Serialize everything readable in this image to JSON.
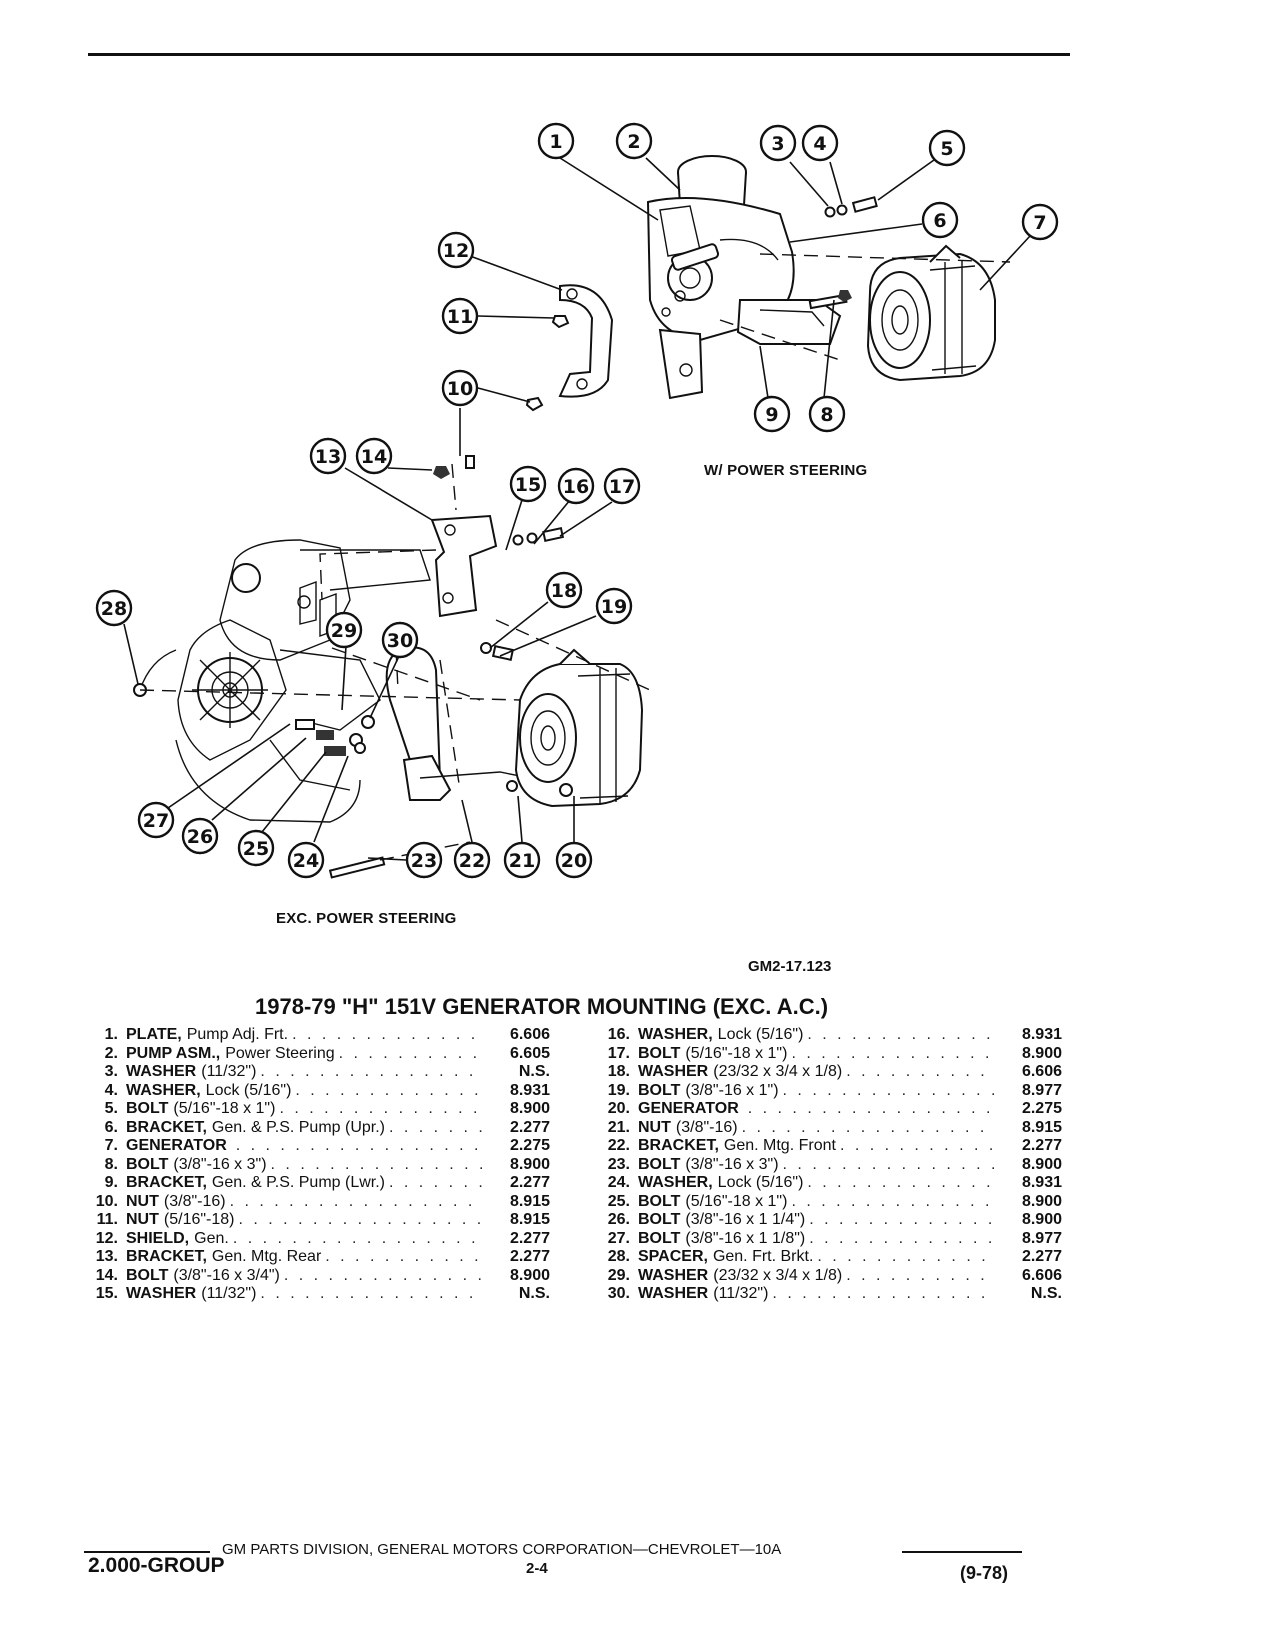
{
  "diagram": {
    "label_upper": "W/ POWER STEERING",
    "label_lower": "EXC. POWER STEERING",
    "figure_code": "GM2-17.123",
    "callouts": [
      "1",
      "2",
      "3",
      "4",
      "5",
      "6",
      "7",
      "8",
      "9",
      "10",
      "11",
      "12",
      "13",
      "14",
      "15",
      "16",
      "17",
      "18",
      "19",
      "20",
      "21",
      "22",
      "23",
      "24",
      "25",
      "26",
      "27",
      "28",
      "29",
      "30"
    ]
  },
  "title": "1978-79 \"H\" 151V GENERATOR MOUNTING (EXC. A.C.)",
  "parts_left": [
    {
      "num": "1.",
      "name": "PLATE,",
      "spec": "Pump Adj. Frt.",
      "group": "6.606"
    },
    {
      "num": "2.",
      "name": "PUMP ASM.,",
      "spec": "Power Steering",
      "group": "6.605"
    },
    {
      "num": "3.",
      "name": "WASHER",
      "spec": "(11/32\")",
      "group": "N.S."
    },
    {
      "num": "4.",
      "name": "WASHER,",
      "spec": "Lock (5/16\")",
      "group": "8.931"
    },
    {
      "num": "5.",
      "name": "BOLT",
      "spec": "(5/16\"-18 x 1\")",
      "group": "8.900"
    },
    {
      "num": "6.",
      "name": "BRACKET,",
      "spec": "Gen. & P.S. Pump (Upr.)",
      "group": "2.277"
    },
    {
      "num": "7.",
      "name": "GENERATOR",
      "spec": "",
      "group": "2.275"
    },
    {
      "num": "8.",
      "name": "BOLT",
      "spec": "(3/8\"-16 x 3\")",
      "group": "8.900"
    },
    {
      "num": "9.",
      "name": "BRACKET,",
      "spec": "Gen. & P.S. Pump (Lwr.)",
      "group": "2.277"
    },
    {
      "num": "10.",
      "name": "NUT",
      "spec": "(3/8\"-16)",
      "group": "8.915"
    },
    {
      "num": "11.",
      "name": "NUT",
      "spec": "(5/16\"-18)",
      "group": "8.915"
    },
    {
      "num": "12.",
      "name": "SHIELD,",
      "spec": "Gen.",
      "group": "2.277"
    },
    {
      "num": "13.",
      "name": "BRACKET,",
      "spec": "Gen. Mtg. Rear",
      "group": "2.277"
    },
    {
      "num": "14.",
      "name": "BOLT",
      "spec": "(3/8\"-16 x 3/4\")",
      "group": "8.900"
    },
    {
      "num": "15.",
      "name": "WASHER",
      "spec": "(11/32\")",
      "group": "N.S."
    }
  ],
  "parts_right": [
    {
      "num": "16.",
      "name": "WASHER,",
      "spec": "Lock (5/16\")",
      "group": "8.931"
    },
    {
      "num": "17.",
      "name": "BOLT",
      "spec": "(5/16\"-18 x 1\")",
      "group": "8.900"
    },
    {
      "num": "18.",
      "name": "WASHER",
      "spec": "(23/32 x 3/4 x 1/8)",
      "group": "6.606"
    },
    {
      "num": "19.",
      "name": "BOLT",
      "spec": "(3/8\"-16 x 1\")",
      "group": "8.977"
    },
    {
      "num": "20.",
      "name": "GENERATOR",
      "spec": "",
      "group": "2.275"
    },
    {
      "num": "21.",
      "name": "NUT",
      "spec": "(3/8\"-16)",
      "group": "8.915"
    },
    {
      "num": "22.",
      "name": "BRACKET,",
      "spec": "Gen. Mtg. Front",
      "group": "2.277"
    },
    {
      "num": "23.",
      "name": "BOLT",
      "spec": "(3/8\"-16 x 3\")",
      "group": "8.900"
    },
    {
      "num": "24.",
      "name": "WASHER,",
      "spec": "Lock (5/16\")",
      "group": "8.931"
    },
    {
      "num": "25.",
      "name": "BOLT",
      "spec": "(5/16\"-18 x 1\")",
      "group": "8.900"
    },
    {
      "num": "26.",
      "name": "BOLT",
      "spec": "(3/8\"-16 x 1 1/4\")",
      "group": "8.900"
    },
    {
      "num": "27.",
      "name": "BOLT",
      "spec": "(3/8\"-16 x 1 1/8\")",
      "group": "8.977"
    },
    {
      "num": "28.",
      "name": "SPACER,",
      "spec": "Gen. Frt. Brkt.",
      "group": "2.277"
    },
    {
      "num": "29.",
      "name": "WASHER",
      "spec": "(23/32 x 3/4 x 1/8)",
      "group": "6.606"
    },
    {
      "num": "30.",
      "name": "WASHER",
      "spec": "(11/32\")",
      "group": "N.S."
    }
  ],
  "footer": {
    "corporation": "GM PARTS DIVISION, GENERAL MOTORS CORPORATION—CHEVROLET—10A",
    "group": "2.000-GROUP",
    "page": "2-4",
    "date": "(9-78)"
  }
}
